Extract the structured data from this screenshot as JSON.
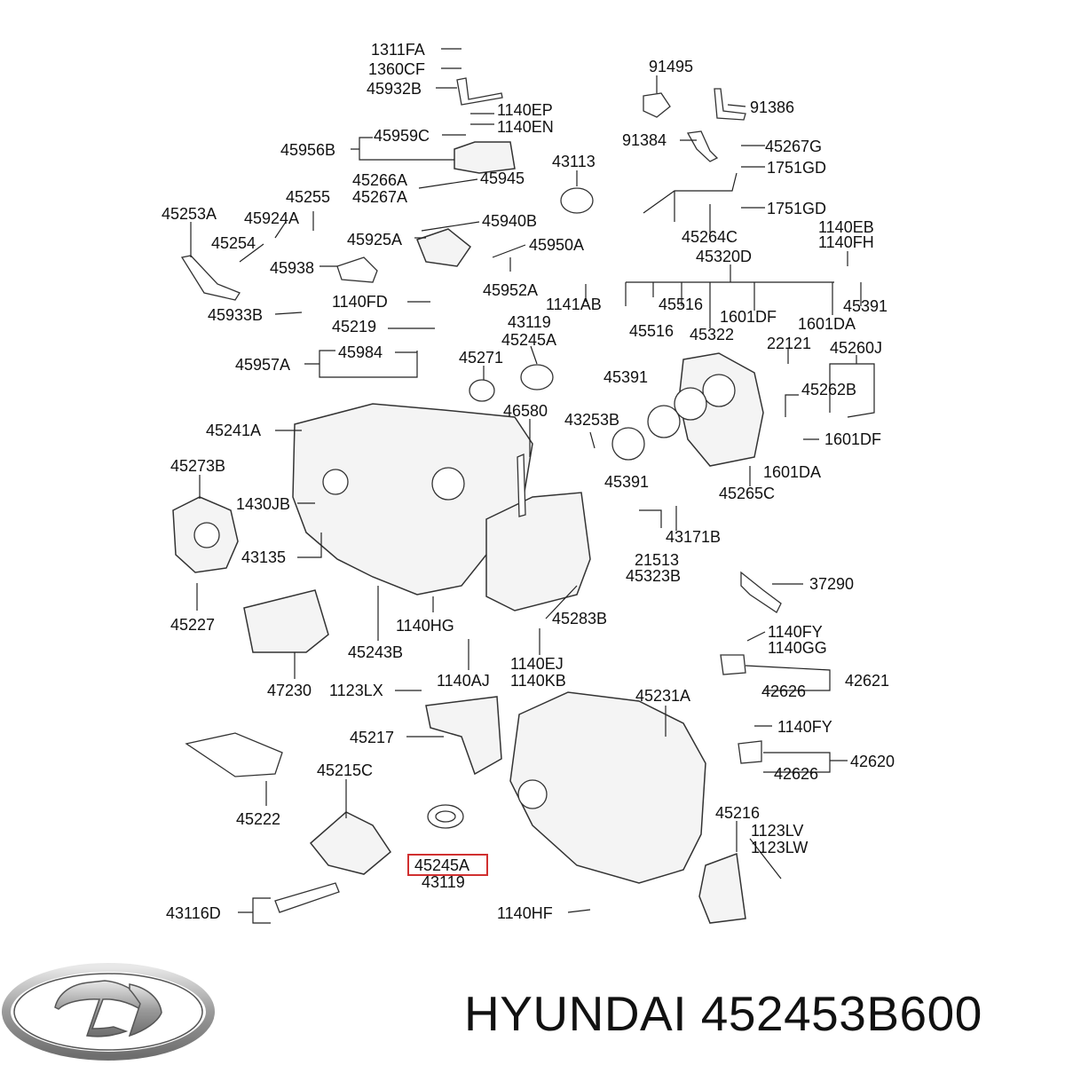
{
  "footer": {
    "brand_text": "HYUNDAI 452453B600"
  },
  "highlight_color": "#d03030",
  "labels": [
    {
      "id": "l1",
      "text": "1311FA"
    },
    {
      "id": "l2",
      "text": "1360CF"
    },
    {
      "id": "l3",
      "text": "45932B"
    },
    {
      "id": "l4",
      "text": "1140EP"
    },
    {
      "id": "l5",
      "text": "1140EN"
    },
    {
      "id": "l6",
      "text": "45959C"
    },
    {
      "id": "l7",
      "text": "45956B"
    },
    {
      "id": "l8",
      "text": "45266A"
    },
    {
      "id": "l9",
      "text": "45267A"
    },
    {
      "id": "l10",
      "text": "45945"
    },
    {
      "id": "l11",
      "text": "45255"
    },
    {
      "id": "l12",
      "text": "45253A"
    },
    {
      "id": "l13",
      "text": "45924A"
    },
    {
      "id": "l14",
      "text": "45940B"
    },
    {
      "id": "l15",
      "text": "45254"
    },
    {
      "id": "l16",
      "text": "45925A"
    },
    {
      "id": "l17",
      "text": "45950A"
    },
    {
      "id": "l18",
      "text": "45938"
    },
    {
      "id": "l19",
      "text": "45952A"
    },
    {
      "id": "l20",
      "text": "1140FD"
    },
    {
      "id": "l21",
      "text": "45933B"
    },
    {
      "id": "l22",
      "text": "45219"
    },
    {
      "id": "l23",
      "text": "43119"
    },
    {
      "id": "l24",
      "text": "45245A"
    },
    {
      "id": "l25",
      "text": "45957A"
    },
    {
      "id": "l26",
      "text": "45984"
    },
    {
      "id": "l27",
      "text": "45271"
    },
    {
      "id": "l28",
      "text": "46580"
    },
    {
      "id": "l29",
      "text": "45241A"
    },
    {
      "id": "l30",
      "text": "43253B"
    },
    {
      "id": "l31",
      "text": "45273B"
    },
    {
      "id": "l32",
      "text": "1430JB"
    },
    {
      "id": "l33",
      "text": "45391"
    },
    {
      "id": "l34",
      "text": "43135"
    },
    {
      "id": "l35",
      "text": "45227"
    },
    {
      "id": "l36",
      "text": "1140HG"
    },
    {
      "id": "l37",
      "text": "45243B"
    },
    {
      "id": "l38",
      "text": "45283B"
    },
    {
      "id": "l39",
      "text": "47230"
    },
    {
      "id": "l40",
      "text": "1123LX"
    },
    {
      "id": "l41",
      "text": "1140AJ"
    },
    {
      "id": "l42",
      "text": "1140EJ"
    },
    {
      "id": "l43",
      "text": "1140KB"
    },
    {
      "id": "l44",
      "text": "45217"
    },
    {
      "id": "l45",
      "text": "45215C"
    },
    {
      "id": "l46",
      "text": "45222"
    },
    {
      "id": "l47",
      "text": "45245A"
    },
    {
      "id": "l48",
      "text": "43119"
    },
    {
      "id": "l49",
      "text": "43116D"
    },
    {
      "id": "l50",
      "text": "1140HF"
    },
    {
      "id": "l51",
      "text": "45231A"
    },
    {
      "id": "l52",
      "text": "45216"
    },
    {
      "id": "l53",
      "text": "1123LV"
    },
    {
      "id": "l54",
      "text": "1123LW"
    },
    {
      "id": "l55",
      "text": "91495"
    },
    {
      "id": "l56",
      "text": "91386"
    },
    {
      "id": "l57",
      "text": "91384"
    },
    {
      "id": "l58",
      "text": "45267G"
    },
    {
      "id": "l59",
      "text": "1751GD"
    },
    {
      "id": "l60",
      "text": "43113"
    },
    {
      "id": "l61",
      "text": "1751GD"
    },
    {
      "id": "l62",
      "text": "45264C"
    },
    {
      "id": "l63",
      "text": "1140EB"
    },
    {
      "id": "l64",
      "text": "1140FH"
    },
    {
      "id": "l65",
      "text": "45320D"
    },
    {
      "id": "l66",
      "text": "1141AB"
    },
    {
      "id": "l67",
      "text": "45516"
    },
    {
      "id": "l68",
      "text": "45516"
    },
    {
      "id": "l69",
      "text": "45322"
    },
    {
      "id": "l70",
      "text": "1601DF"
    },
    {
      "id": "l71",
      "text": "1601DA"
    },
    {
      "id": "l72",
      "text": "45391"
    },
    {
      "id": "l73",
      "text": "22121"
    },
    {
      "id": "l74",
      "text": "45260J"
    },
    {
      "id": "l75",
      "text": "45391"
    },
    {
      "id": "l76",
      "text": "45262B"
    },
    {
      "id": "l77",
      "text": "1601DF"
    },
    {
      "id": "l78",
      "text": "1601DA"
    },
    {
      "id": "l79",
      "text": "45265C"
    },
    {
      "id": "l80",
      "text": "43171B"
    },
    {
      "id": "l81",
      "text": "21513"
    },
    {
      "id": "l82",
      "text": "45323B"
    },
    {
      "id": "l83",
      "text": "37290"
    },
    {
      "id": "l84",
      "text": "1140FY"
    },
    {
      "id": "l85",
      "text": "1140GG"
    },
    {
      "id": "l86",
      "text": "42621"
    },
    {
      "id": "l87",
      "text": "42626"
    },
    {
      "id": "l88",
      "text": "1140FY"
    },
    {
      "id": "l89",
      "text": "42620"
    },
    {
      "id": "l90",
      "text": "42626"
    }
  ]
}
